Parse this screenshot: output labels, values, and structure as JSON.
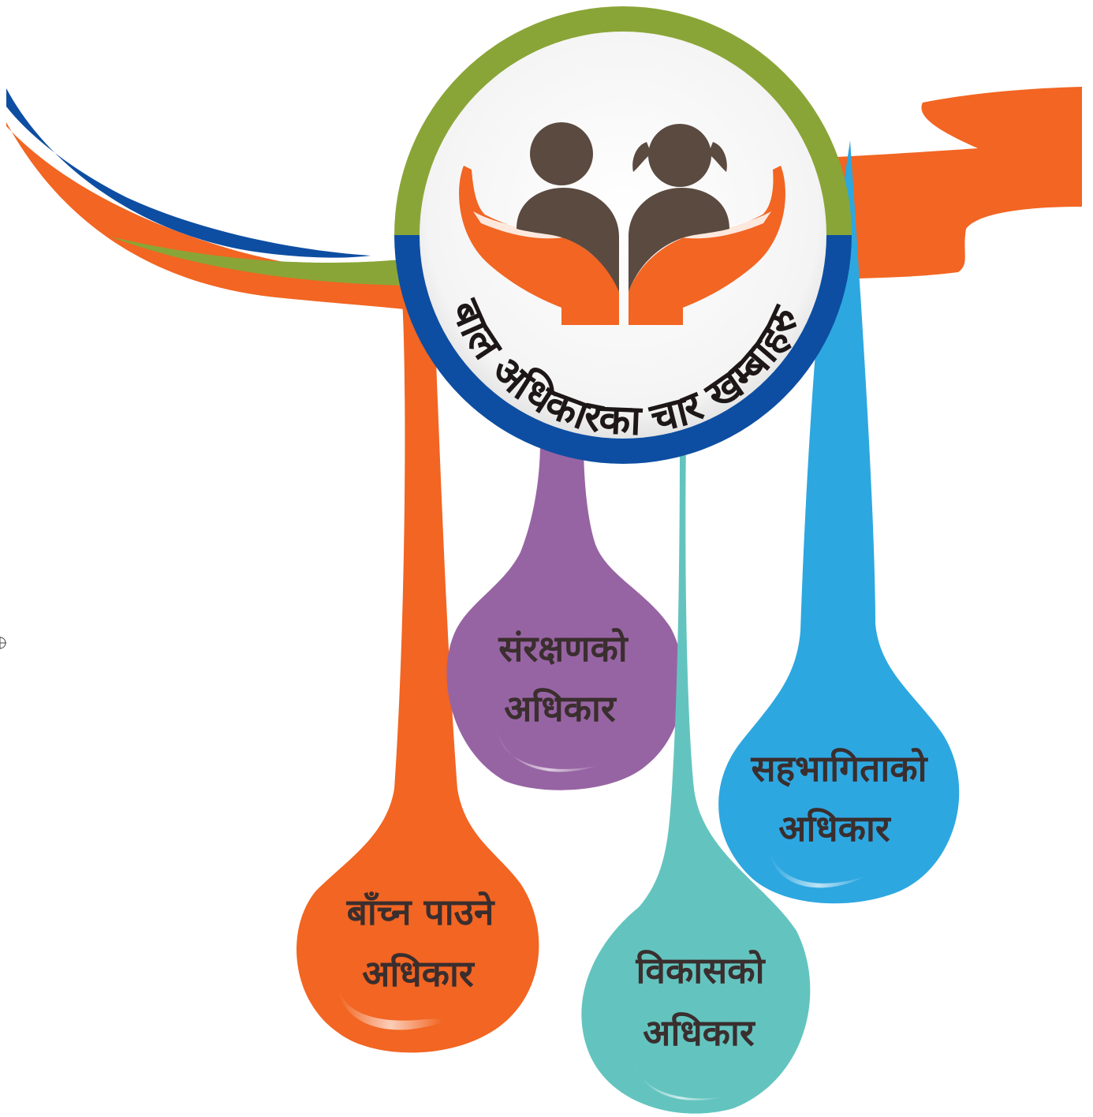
{
  "title": "बाल अधिकारका चार खम्बाहरु",
  "pillars": [
    {
      "line1": "बाँच्न पाउने",
      "line2": "अधिकार",
      "color": "#f26522"
    },
    {
      "line1": "संरक्षणको",
      "line2": "अधिकार",
      "color": "#9764a3"
    },
    {
      "line1": "विकासको",
      "line2": "अधिकार",
      "color": "#63c4bf"
    },
    {
      "line1": "सहभागिताको",
      "line2": "अधिकार",
      "color": "#2da7e0"
    }
  ],
  "colors": {
    "orange": "#f26522",
    "blue": "#0d4ea2",
    "green": "#8aa537",
    "brown": "#5b4a40",
    "purple": "#9764a3",
    "teal": "#63c4bf",
    "sky": "#2da7e0"
  },
  "icons": [
    "protecting-hands-icon",
    "boy-icon",
    "girl-icon"
  ]
}
